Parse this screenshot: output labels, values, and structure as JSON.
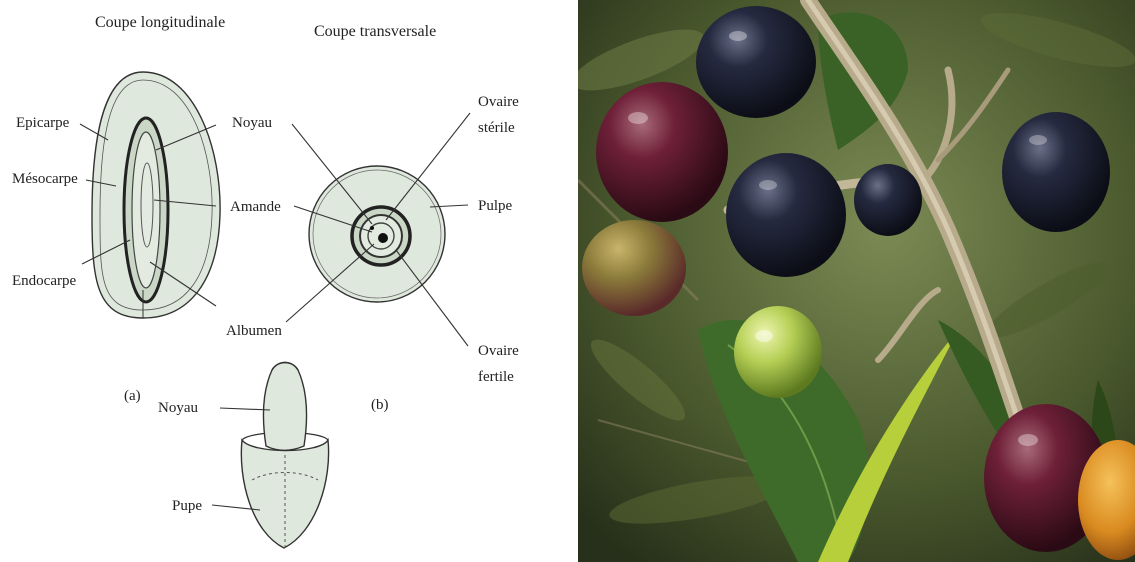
{
  "diagram": {
    "title_longitudinal": "Coupe longitudinale",
    "title_transversal": "Coupe transversale",
    "label_epicarpe": "Epicarpe",
    "label_mesocarpe": "Mésocarpe",
    "label_endocarpe": "Endocarpe",
    "label_noyau_top": "Noyau",
    "label_amande": "Amande",
    "label_albumen": "Albumen",
    "label_ovaire_sterile_1": "Ovaire",
    "label_ovaire_sterile_2": "stérile",
    "label_pulpe": "Pulpe",
    "label_ovaire_fertile_1": "Ovaire",
    "label_ovaire_fertile_2": "fertile",
    "label_a": "(a)",
    "label_b": "(b)",
    "label_noyau_bottom": "Noyau",
    "label_pupe": "Pupe"
  },
  "colors": {
    "fruit_fill": "#dfe8dc",
    "line": "#333333",
    "olive_dark": "#1c1f33",
    "olive_purple": "#4a1224",
    "olive_green": "#a9c84a",
    "leaf": "#3f6b2a",
    "branch": "#b8ab8c"
  }
}
